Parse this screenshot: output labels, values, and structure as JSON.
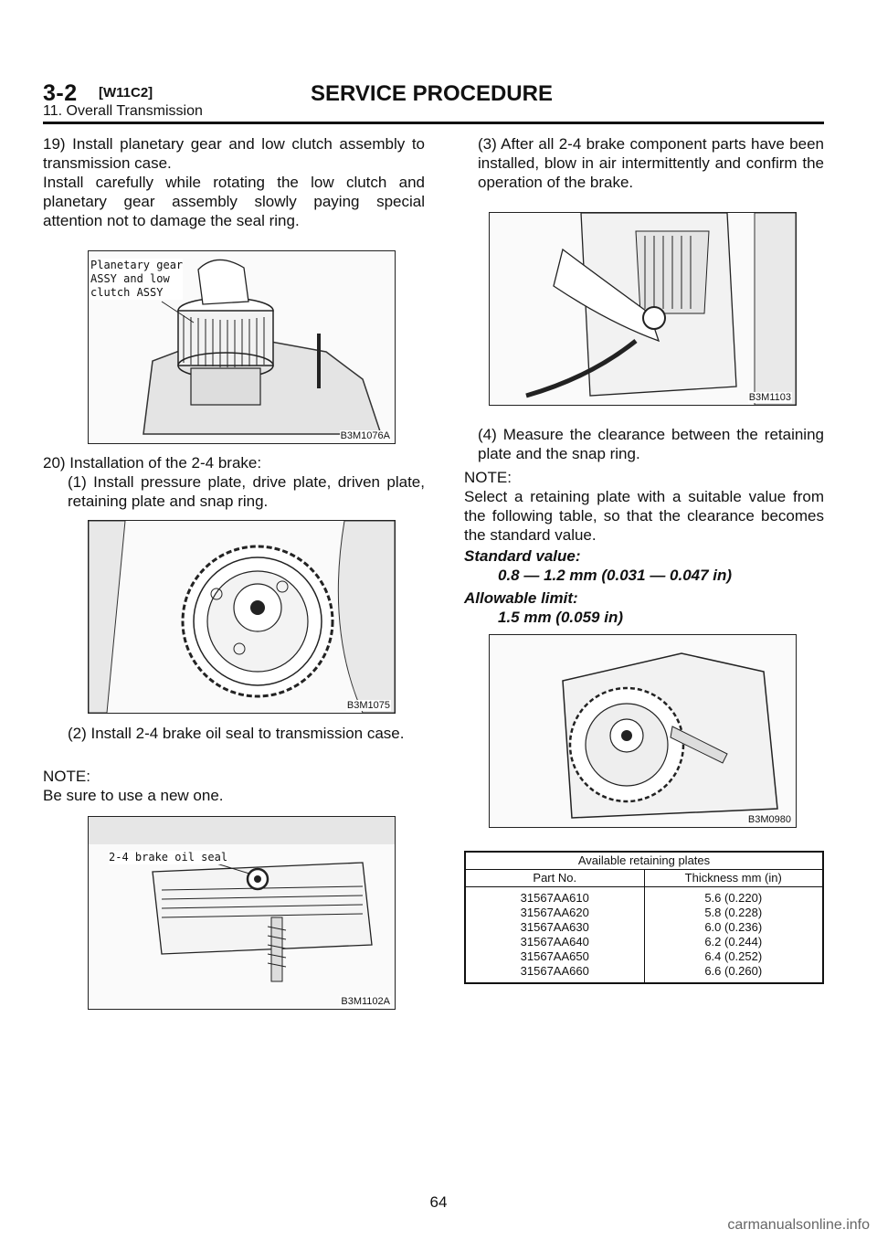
{
  "header": {
    "section": "3-2",
    "code": "[W11C2]",
    "title": "SERVICE PROCEDURE",
    "subtitle": "11. Overall Transmission"
  },
  "left": {
    "step19": "19) Install planetary gear and low clutch assembly to transmission case.",
    "step19_detail": "Install carefully while rotating the low clutch and planetary gear assembly slowly paying special attention not to damage the seal ring.",
    "fig1": {
      "caption": "B3M1076A",
      "label": "Planetary gear\nASSY and low\nclutch ASSY"
    },
    "step20": "20) Installation of the 2-4 brake:",
    "step20_1": "(1) Install pressure plate, drive plate, driven plate, retaining plate and snap ring.",
    "fig2": {
      "caption": "B3M1075"
    },
    "step20_2": "(2) Install 2-4 brake oil seal to transmission case.",
    "note_label": "NOTE:",
    "note_text": "Be sure to use a new one.",
    "fig3": {
      "caption": "B3M1102A",
      "label": "2-4 brake oil seal"
    }
  },
  "right": {
    "step3": "(3) After all 2-4 brake component parts have been installed, blow in air intermittently and confirm the operation of the brake.",
    "fig4": {
      "caption": "B3M1103"
    },
    "step4": "(4) Measure the clearance between the retaining plate and the snap ring.",
    "note_label": "NOTE:",
    "note_text": "Select a retaining plate with a suitable value from the following table, so that the clearance becomes the standard value.",
    "std_label": "Standard value:",
    "std_value": "0.8 — 1.2 mm (0.031 — 0.047 in)",
    "allow_label": "Allowable limit:",
    "allow_value": "1.5 mm (0.059 in)",
    "fig5": {
      "caption": "B3M0980"
    },
    "table": {
      "title": "Available retaining plates",
      "col1": "Part No.",
      "col2": "Thickness mm (in)",
      "parts": [
        "31567AA610",
        "31567AA620",
        "31567AA630",
        "31567AA640",
        "31567AA650",
        "31567AA660"
      ],
      "thick": [
        "5.6 (0.220)",
        "5.8 (0.228)",
        "6.0 (0.236)",
        "6.2 (0.244)",
        "6.4 (0.252)",
        "6.6 (0.260)"
      ]
    }
  },
  "page_number": "64",
  "watermark": "carmanualsonline.info"
}
